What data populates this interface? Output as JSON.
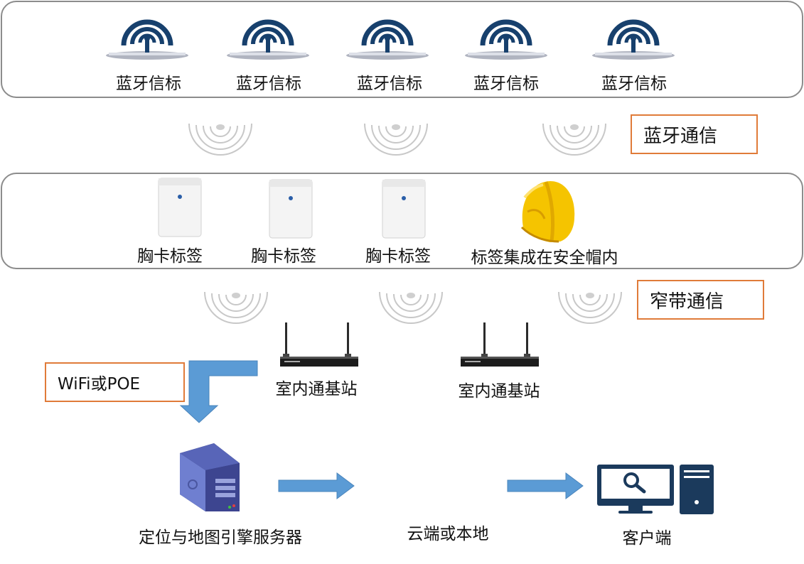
{
  "beacons": [
    "蓝牙信标",
    "蓝牙信标",
    "蓝牙信标",
    "蓝牙信标",
    "蓝牙信标"
  ],
  "tags": [
    "胸卡标签",
    "胸卡标签",
    "胸卡标签",
    "标签集成在安全帽内"
  ],
  "stations": [
    "室内通基站",
    "室内通基站"
  ],
  "labels": {
    "bluetooth_comm": "蓝牙通信",
    "narrowband_comm": "窄带通信",
    "wifi_poe": "WiFi或POE",
    "server": "定位与地图引擎服务器",
    "cloud": "云端或本地",
    "client": "客户端"
  },
  "colors": {
    "accent_orange": "#e07b39",
    "arrow_blue": "#5b9bd5",
    "beacon_navy": "#17406d",
    "client_navy": "#1b3a5c",
    "helmet_yellow": "#f5c400"
  }
}
